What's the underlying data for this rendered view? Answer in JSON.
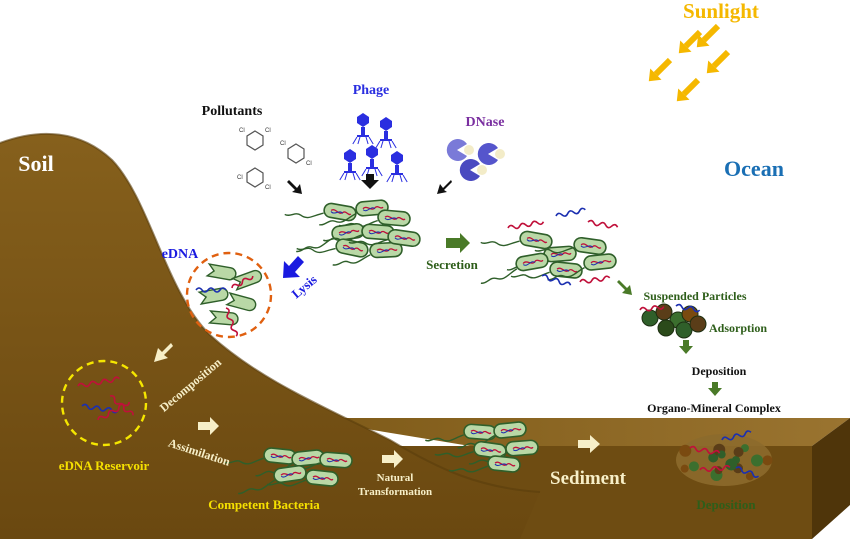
{
  "labels": {
    "sunlight": "Sunlight",
    "ocean": "Ocean",
    "soil": "Soil",
    "pollutants": "Pollutants",
    "phage": "Phage",
    "dnase": "DNase",
    "edna": "eDNA",
    "lysis": "Lysis",
    "secretion": "Secretion",
    "suspended_particles": "Suspended Particles",
    "adsorption": "Adsorption",
    "deposition_water": "Deposition",
    "organo_mineral": "Organo-Mineral Complex",
    "decomposition": "Decomposition",
    "assimilation": "Assimilation",
    "edna_reservoir": "eDNA Reservoir",
    "competent_bacteria": "Competent Bacteria",
    "natural_transformation_1": "Natural",
    "natural_transformation_2": "Transformation",
    "sediment": "Sediment",
    "deposition_sediment": "Deposition"
  },
  "colors": {
    "soil": "#7a5414",
    "soil_dark": "#5e3f0c",
    "sediment_top": "#8a6422",
    "sediment_front": "#6e4c12",
    "sediment_side": "#4f350a",
    "sunlight": "#f5b800",
    "ocean": "#1a6fb4",
    "phage": "#2a2ee0",
    "dnase": "#7a2fa0",
    "lysis_arrow": "#1a1ae0",
    "green_arrow": "#4a7a28",
    "green_text": "#2e5e1a",
    "reservoir_text": "#f5e000",
    "white_text": "#ffffff",
    "cream_arrow": "#f7efc8",
    "black_arrow": "#111111",
    "bacteria_fill": "#b9d8a6",
    "bacteria_edge": "#2f5f2a",
    "dna_red": "#c0103a",
    "dna_blue": "#1b2fb0",
    "dashed_orange": "#e06010",
    "dashed_yellow": "#f5e600"
  },
  "icons": [
    "sun-ray-arrow-icon",
    "pollutant-molecule-icon",
    "phage-icon",
    "dnase-enzyme-icon",
    "bacteria-icon",
    "dna-strand-icon",
    "flow-arrow-icon"
  ]
}
